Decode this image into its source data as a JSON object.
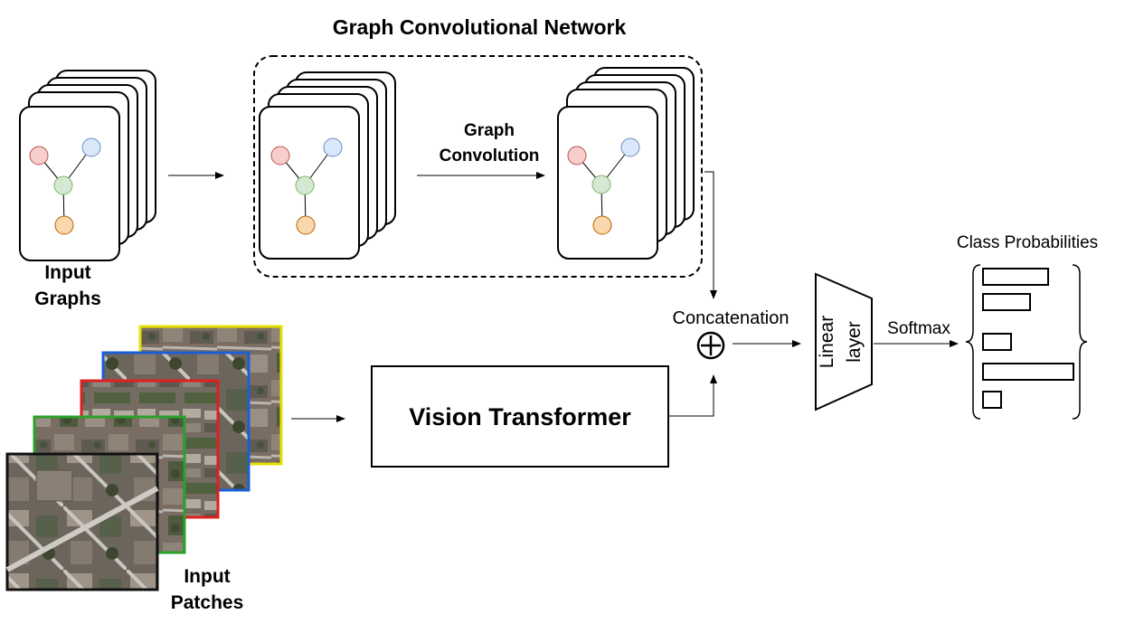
{
  "title": "Graph Convolutional Network",
  "labels": {
    "input_graphs": [
      "Input",
      "Graphs"
    ],
    "graph_convolution": [
      "Graph",
      "Convolution"
    ],
    "input_patches": [
      "Input",
      "Patches"
    ],
    "vision_transformer": "Vision Transformer",
    "concatenation": "Concatenation",
    "concat_symbol": "⊕",
    "linear_layer": [
      "Linear",
      "layer"
    ],
    "softmax": "Softmax",
    "class_probabilities": "Class Probabilities"
  },
  "node_colors": {
    "pink": "#f8cecc",
    "blue": "#dae8fc",
    "green": "#d5e8d4",
    "orange": "#fad7ac"
  },
  "patch_border_colors": [
    "#e8e000",
    "#1a5fd6",
    "#e01f1f",
    "#2aa12a",
    "#111111"
  ],
  "class_probability_bars": [
    0.72,
    0.52,
    0.31,
    1.0,
    0.2
  ]
}
